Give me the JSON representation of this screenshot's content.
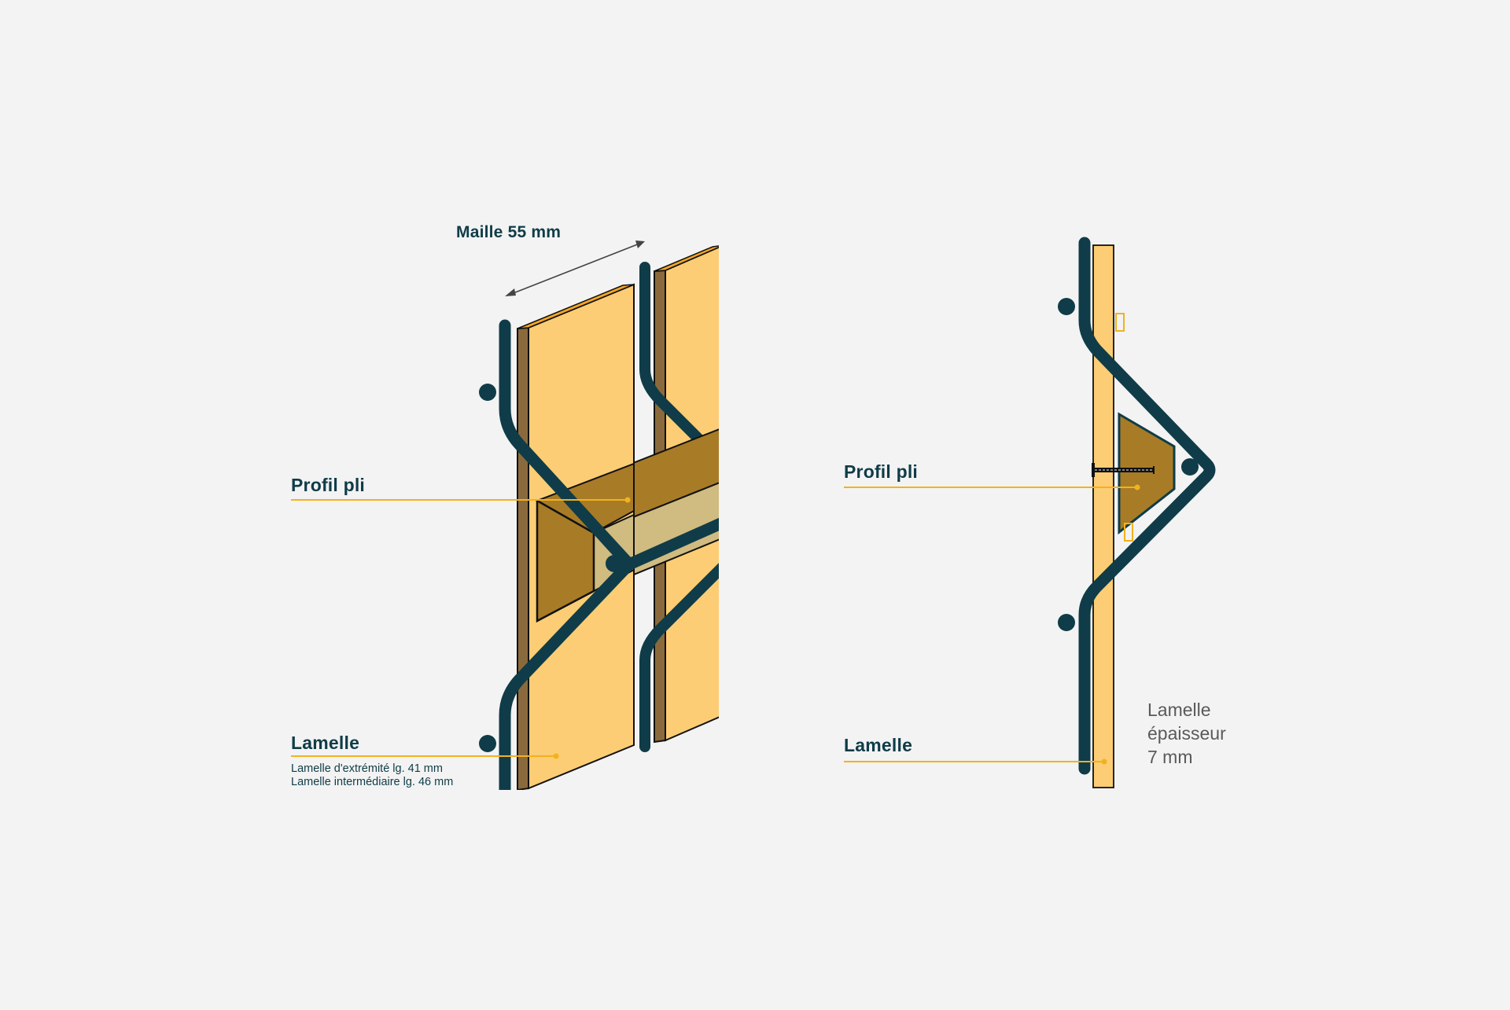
{
  "perspective_view": {
    "mesh_dimension": "Maille 55 mm",
    "profile_label": "Profil pli",
    "slat_label": "Lamelle",
    "slat_note_end": "Lamelle d'extrémité lg. 41 mm",
    "slat_note_middle": "Lamelle intermédiaire lg. 46 mm"
  },
  "section_view": {
    "profile_label": "Profil pli",
    "slat_label": "Lamelle",
    "thickness_line1": "Lamelle",
    "thickness_line2": "épaisseur",
    "thickness_line3": "7 mm"
  },
  "colors": {
    "background": "#f3f3f3",
    "wire": "#0f3c48",
    "slat_face": "#fccd74",
    "slat_edge": "#8a6a3c",
    "slat_top": "#f5a623",
    "profile_dark": "#a87b26",
    "profile_light": "#d0bb80",
    "leader": "#f2b21e"
  }
}
